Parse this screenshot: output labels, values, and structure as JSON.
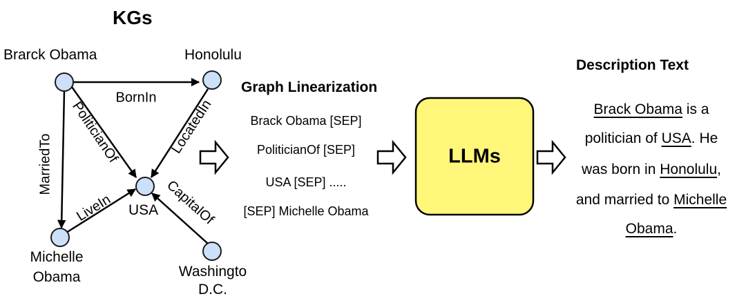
{
  "kg": {
    "title": "KGs",
    "nodes": [
      {
        "id": "obama",
        "label": "Brarck Obama"
      },
      {
        "id": "honolulu",
        "label": "Honolulu"
      },
      {
        "id": "usa",
        "label": "USA"
      },
      {
        "id": "michelle",
        "label_line1": "Michelle",
        "label_line2": "Obama"
      },
      {
        "id": "washington",
        "label_line1": "Washingto",
        "label_line2": "D.C."
      }
    ],
    "edges": [
      {
        "from": "obama",
        "to": "honolulu",
        "label": "BornIn"
      },
      {
        "from": "obama",
        "to": "usa",
        "label": "PoliticianOf"
      },
      {
        "from": "obama",
        "to": "michelle",
        "label": "MarriedTo"
      },
      {
        "from": "honolulu",
        "to": "usa",
        "label": "LocatedIn"
      },
      {
        "from": "michelle",
        "to": "usa",
        "label": "LiveIn"
      },
      {
        "from": "washington",
        "to": "usa",
        "label": "CapitalOf"
      }
    ]
  },
  "linearization": {
    "title": "Graph Linearization",
    "lines": [
      "Brack Obama [SEP]",
      "PoliticianOf [SEP]",
      "USA [SEP] .....",
      "[SEP] Michelle Obama"
    ]
  },
  "llm": {
    "label": "LLMs",
    "fill": "#fff67a"
  },
  "description": {
    "title": "Description Text",
    "l1_a": "Brack Obama",
    "l1_b": " is a",
    "l2_a": "politician of ",
    "l2_b": " USA",
    "l2_c": ". He",
    "l3_a": "was born in ",
    "l3_b": "Honolulu",
    "l3_c": ",",
    "l4_a": "and married to ",
    "l4_b": "Michelle",
    "l5_a": "Obama",
    "l5_b": "."
  },
  "colors": {
    "node_fill": "#cce0fa",
    "node_stroke": "#1a1a1a",
    "edge": "#000000"
  }
}
